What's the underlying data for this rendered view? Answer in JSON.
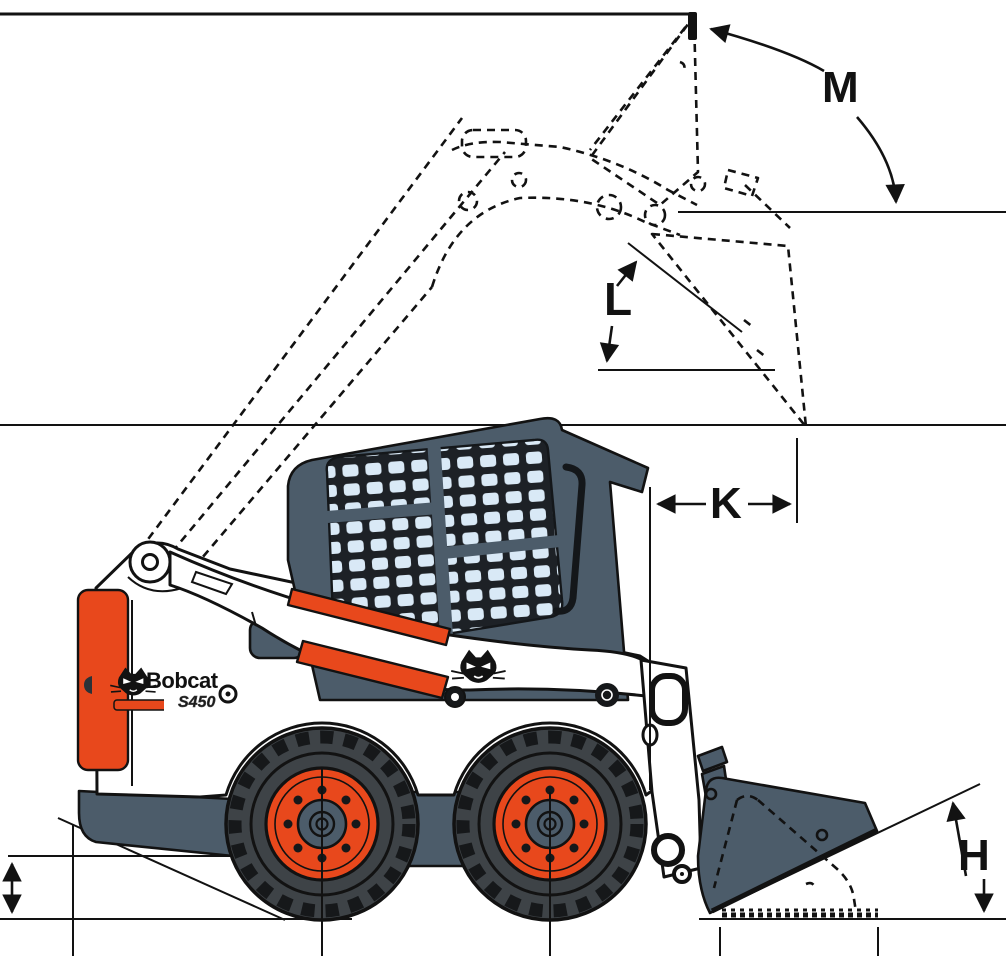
{
  "branding": {
    "brand": "Bobcat",
    "model": "S450"
  },
  "labels": {
    "m": "M",
    "l": "L",
    "k": "K",
    "h": "H"
  },
  "icons": [
    "bobcat-head-icon"
  ],
  "colors": {
    "accent_orange": "#E8481C",
    "machine_slate": "#4C5C6A",
    "window_blue": "#D9E9F6",
    "tire_gray": "#3E4347",
    "ink": "#121212"
  }
}
